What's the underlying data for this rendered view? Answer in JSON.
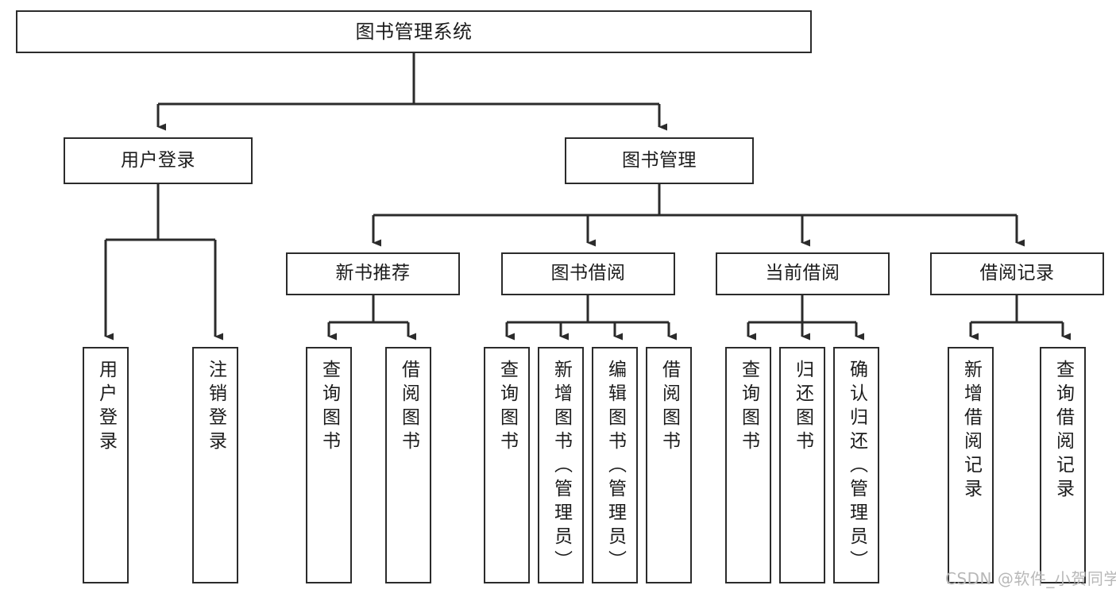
{
  "diagram": {
    "title": "图书管理系统",
    "type": "tree",
    "orientation": "top-down",
    "colors": {
      "node_border": "#2b2b2b",
      "node_fill": "#ffffff",
      "edge": "#2b2b2b",
      "text": "#1c1c1c",
      "watermark": "#b8b8b8",
      "background": "#ffffff"
    },
    "nodes": {
      "root": {
        "label": "图书管理系统",
        "level": 1,
        "text_direction": "horizontal"
      },
      "l2": [
        {
          "id": "user-login",
          "label": "用户登录",
          "level": 2,
          "text_direction": "horizontal"
        },
        {
          "id": "book-management",
          "label": "图书管理",
          "level": 2,
          "text_direction": "horizontal"
        }
      ],
      "l3": [
        {
          "id": "new-book-recommend",
          "label": "新书推荐",
          "level": 3,
          "text_direction": "horizontal"
        },
        {
          "id": "book-borrow",
          "label": "图书借阅",
          "level": 3,
          "text_direction": "horizontal"
        },
        {
          "id": "current-borrow",
          "label": "当前借阅",
          "level": 3,
          "text_direction": "horizontal"
        },
        {
          "id": "borrow-record",
          "label": "借阅记录",
          "level": 3,
          "text_direction": "horizontal"
        }
      ],
      "leaves": [
        {
          "id": "leaf-user-login",
          "label": "用户登录",
          "parent": "user-login",
          "text_direction": "vertical"
        },
        {
          "id": "leaf-user-logout",
          "label": "注销登录",
          "parent": "user-login",
          "text_direction": "vertical"
        },
        {
          "id": "leaf-query-book-1",
          "label": "查询图书",
          "parent": "new-book-recommend",
          "text_direction": "vertical"
        },
        {
          "id": "leaf-borrow-book-1",
          "label": "借阅图书",
          "parent": "new-book-recommend",
          "text_direction": "vertical"
        },
        {
          "id": "leaf-query-book-2",
          "label": "查询图书",
          "parent": "book-borrow",
          "text_direction": "vertical"
        },
        {
          "id": "leaf-add-book",
          "label": "新增图书（管理员）",
          "parent": "book-borrow",
          "text_direction": "vertical"
        },
        {
          "id": "leaf-edit-book",
          "label": "编辑图书（管理员）",
          "parent": "book-borrow",
          "text_direction": "vertical"
        },
        {
          "id": "leaf-borrow-book-2",
          "label": "借阅图书",
          "parent": "book-borrow",
          "text_direction": "vertical"
        },
        {
          "id": "leaf-query-book-3",
          "label": "查询图书",
          "parent": "current-borrow",
          "text_direction": "vertical"
        },
        {
          "id": "leaf-return-book",
          "label": "归还图书",
          "parent": "current-borrow",
          "text_direction": "vertical"
        },
        {
          "id": "leaf-confirm-return",
          "label": "确认归还（管理员）",
          "parent": "current-borrow",
          "text_direction": "vertical"
        },
        {
          "id": "leaf-add-record",
          "label": "新增借阅记录",
          "parent": "borrow-record",
          "text_direction": "vertical"
        },
        {
          "id": "leaf-query-record",
          "label": "查询借阅记录",
          "parent": "borrow-record",
          "text_direction": "vertical"
        }
      ]
    },
    "watermark": "CSDN @软件_小贺同学"
  }
}
